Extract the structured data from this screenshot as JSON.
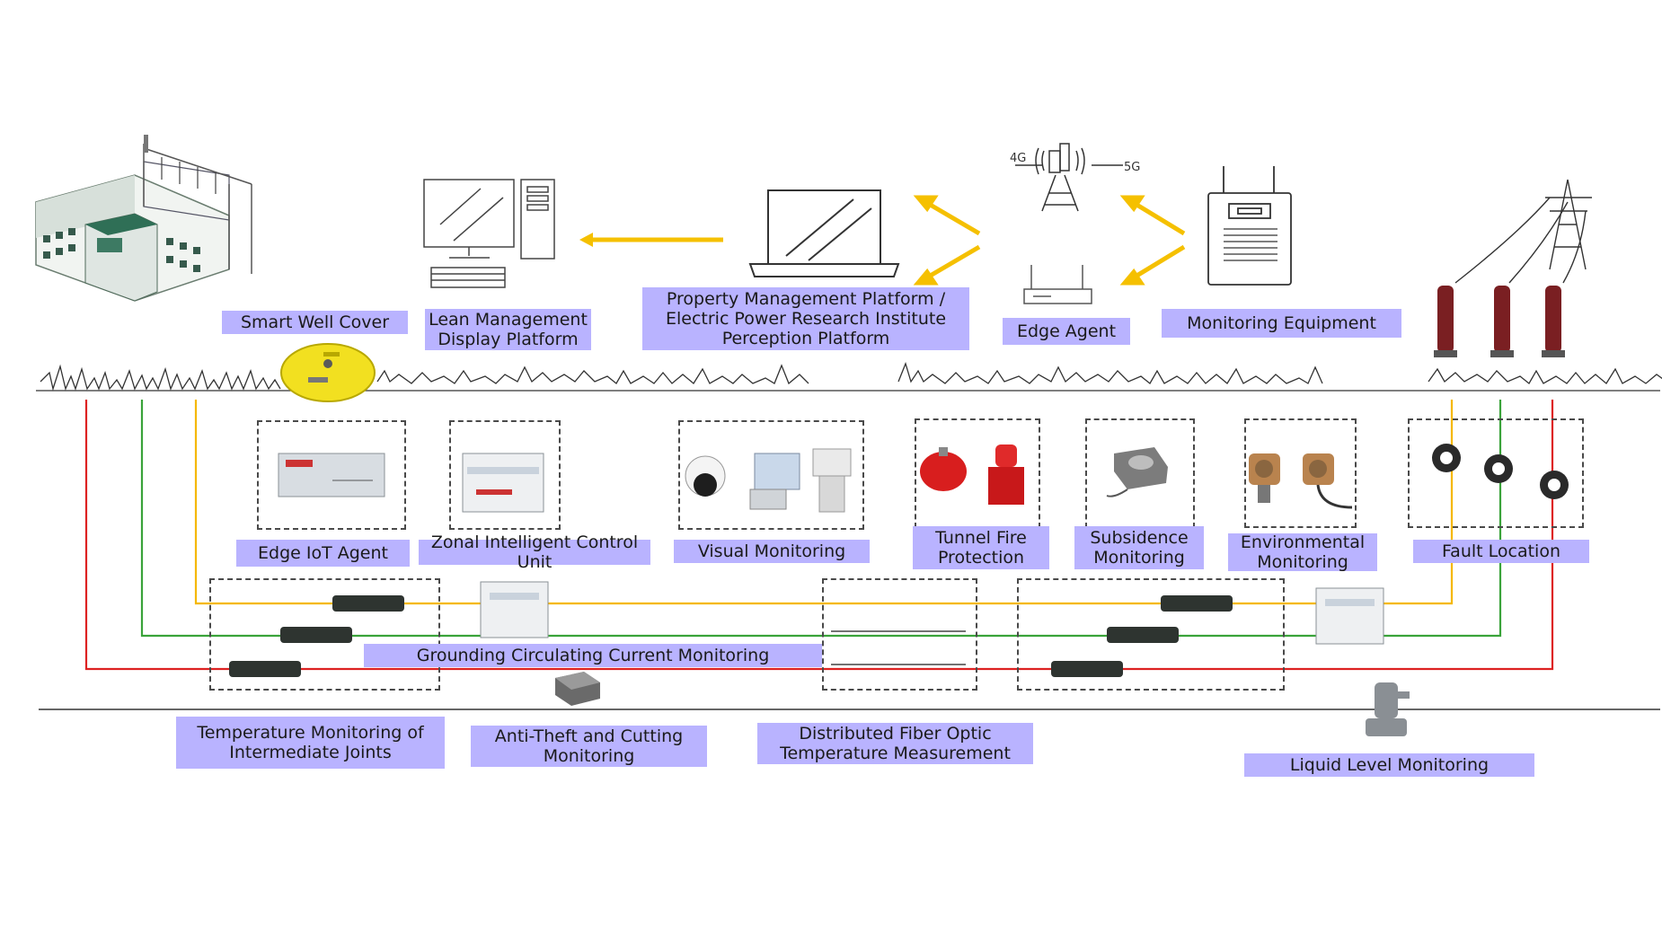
{
  "labels": {
    "smart_well_cover": "Smart Well Cover",
    "lean_management": "Lean Management Display Platform",
    "property_management": "Property Management Platform / Electric Power Research Institute Perception Platform",
    "edge_agent": "Edge Agent",
    "monitoring_equipment": "Monitoring Equipment",
    "edge_iot_agent": "Edge IoT Agent",
    "zonal_control": "Zonal Intelligent Control Unit",
    "visual_monitoring": "Visual Monitoring",
    "tunnel_fire": "Tunnel Fire Protection",
    "subsidence": "Subsidence Monitoring",
    "environmental": "Environmental Monitoring",
    "fault_location": "Fault Location",
    "grounding_current": "Grounding Circulating Current Monitoring",
    "temperature_joints": "Temperature Monitoring of Intermediate Joints",
    "anti_theft": "Anti-Theft and Cutting Monitoring",
    "fiber_optic": "Distributed Fiber Optic Temperature Measurement",
    "liquid_level": "Liquid Level Monitoring"
  },
  "tower": {
    "band_left": "4G",
    "band_right": "5G"
  },
  "colors": {
    "label_bg": "#b9b3ff",
    "arrow": "#f5c000",
    "line_yellow": "#f5b800",
    "line_green": "#3aa33a",
    "line_red": "#dd2222",
    "ground": "#333333"
  },
  "icons": [
    "building-icon",
    "computer-icon",
    "laptop-icon",
    "tower-icon",
    "router-icon",
    "monitor-device-icon",
    "pylon-icon",
    "insulator-icon",
    "well-cover-icon",
    "edge-iot-device-icon",
    "control-unit-icon",
    "camera-icon",
    "fire-extinguisher-icon",
    "alarm-icon",
    "subsidence-sensor-icon",
    "gas-detector-icon",
    "fault-sensor-icon",
    "cable-sensor-icon",
    "anti-theft-sensor-icon",
    "pump-icon"
  ]
}
